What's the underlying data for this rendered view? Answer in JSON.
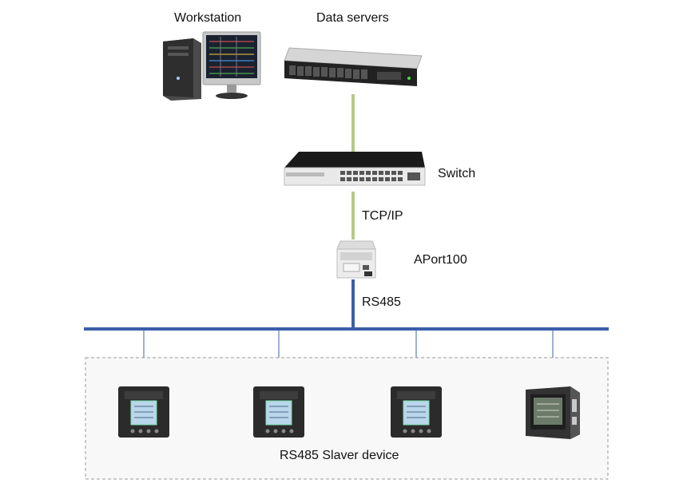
{
  "labels": {
    "workstation": "Workstation",
    "data_servers": "Data servers",
    "switch": "Switch",
    "tcpip": "TCP/IP",
    "aport": "APort100",
    "rs485": "RS485",
    "slaver_device": "RS485 Slaver device"
  },
  "colors": {
    "ethernet_link": "#b5c98a",
    "bus": "#3b5fa8",
    "drop_line": "#7f95c5",
    "dashed_box": "#999999",
    "box_fill": "#f8f8f8"
  },
  "icons": {
    "workstation": "desktop-pc-icon",
    "server": "rack-server-icon",
    "switch": "network-switch-icon",
    "gateway": "aport100-gateway-icon",
    "meters": [
      "power-meter-icon",
      "power-meter-icon",
      "power-meter-icon",
      "power-analyzer-icon"
    ]
  }
}
